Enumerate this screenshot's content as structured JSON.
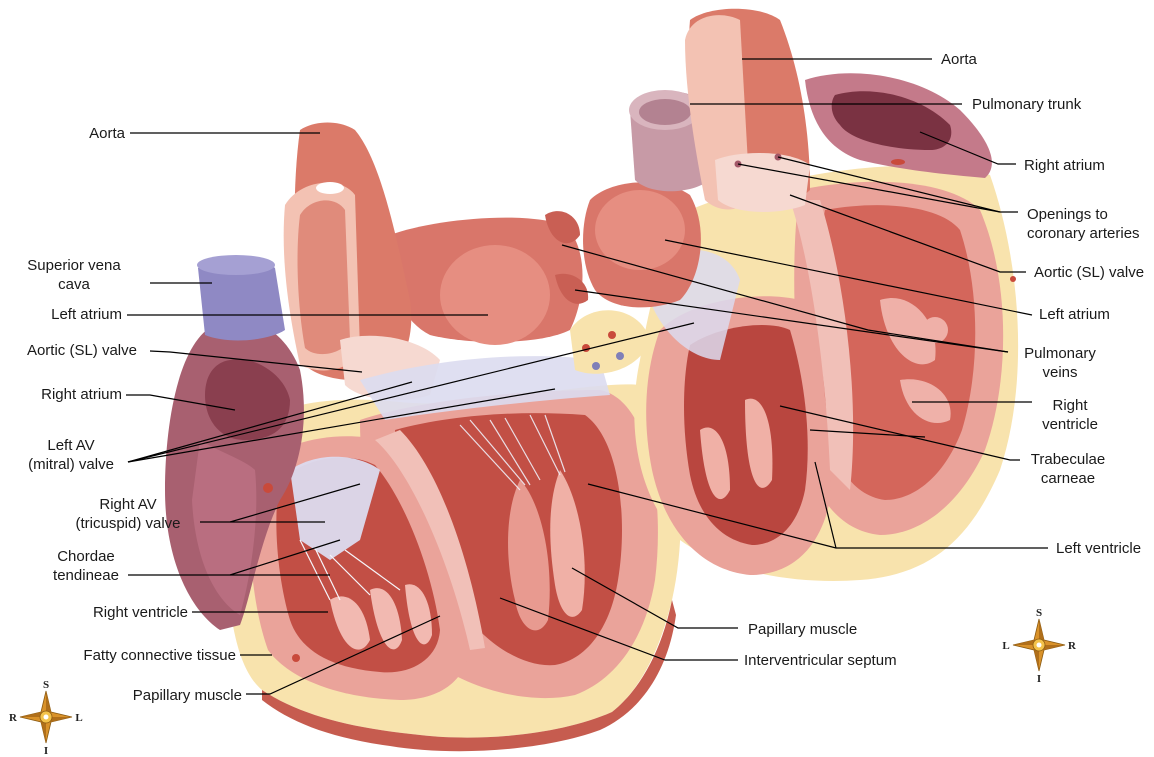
{
  "colors": {
    "fat": "#f8e3ad",
    "muscle": "#eaa39a",
    "muscle_dark": "#c65c4f",
    "trabeculae": "#f2b9b1",
    "cavity": "#b9463f",
    "vessel": "#db7a69",
    "vessel_light": "#f3c2b3",
    "vena_cava": "#8f89c4",
    "valve": "#dcdbef",
    "atrium": "#a86070",
    "pulmonary_trunk": "#c79aa6",
    "line": "#000000"
  },
  "left_view": {
    "labels": {
      "aorta": "Aorta",
      "superior_vena_cava": [
        "Superior vena",
        "cava"
      ],
      "left_atrium": "Left atrium",
      "aortic_valve": "Aortic (SL) valve",
      "right_atrium": "Right atrium",
      "mitral_valve": [
        "Left AV",
        "(mitral) valve"
      ],
      "tricuspid_valve": [
        "Right AV",
        "(tricuspid) valve"
      ],
      "chordae": [
        "Chordae",
        "tendineae"
      ],
      "right_ventricle": "Right ventricle",
      "fatty_tissue": "Fatty connective tissue",
      "papillary_muscle": "Papillary muscle",
      "papillary_muscle_2": "Papillary muscle",
      "interventricular_septum": "Interventricular septum"
    },
    "compass": {
      "top": "S",
      "bottom": "I",
      "left": "R",
      "right": "L"
    }
  },
  "right_view": {
    "labels": {
      "aorta": "Aorta",
      "pulmonary_trunk": "Pulmonary trunk",
      "right_atrium": "Right atrium",
      "coronary_openings": [
        "Openings to",
        "coronary arteries"
      ],
      "aortic_valve": "Aortic (SL) valve",
      "left_atrium": "Left atrium",
      "pulmonary_veins": [
        "Pulmonary",
        "veins"
      ],
      "right_ventricle": [
        "Right",
        "ventricle"
      ],
      "trabeculae": [
        "Trabeculae",
        "carneae"
      ],
      "left_ventricle": "Left ventricle"
    },
    "compass": {
      "top": "S",
      "bottom": "I",
      "left": "L",
      "right": "R"
    }
  }
}
